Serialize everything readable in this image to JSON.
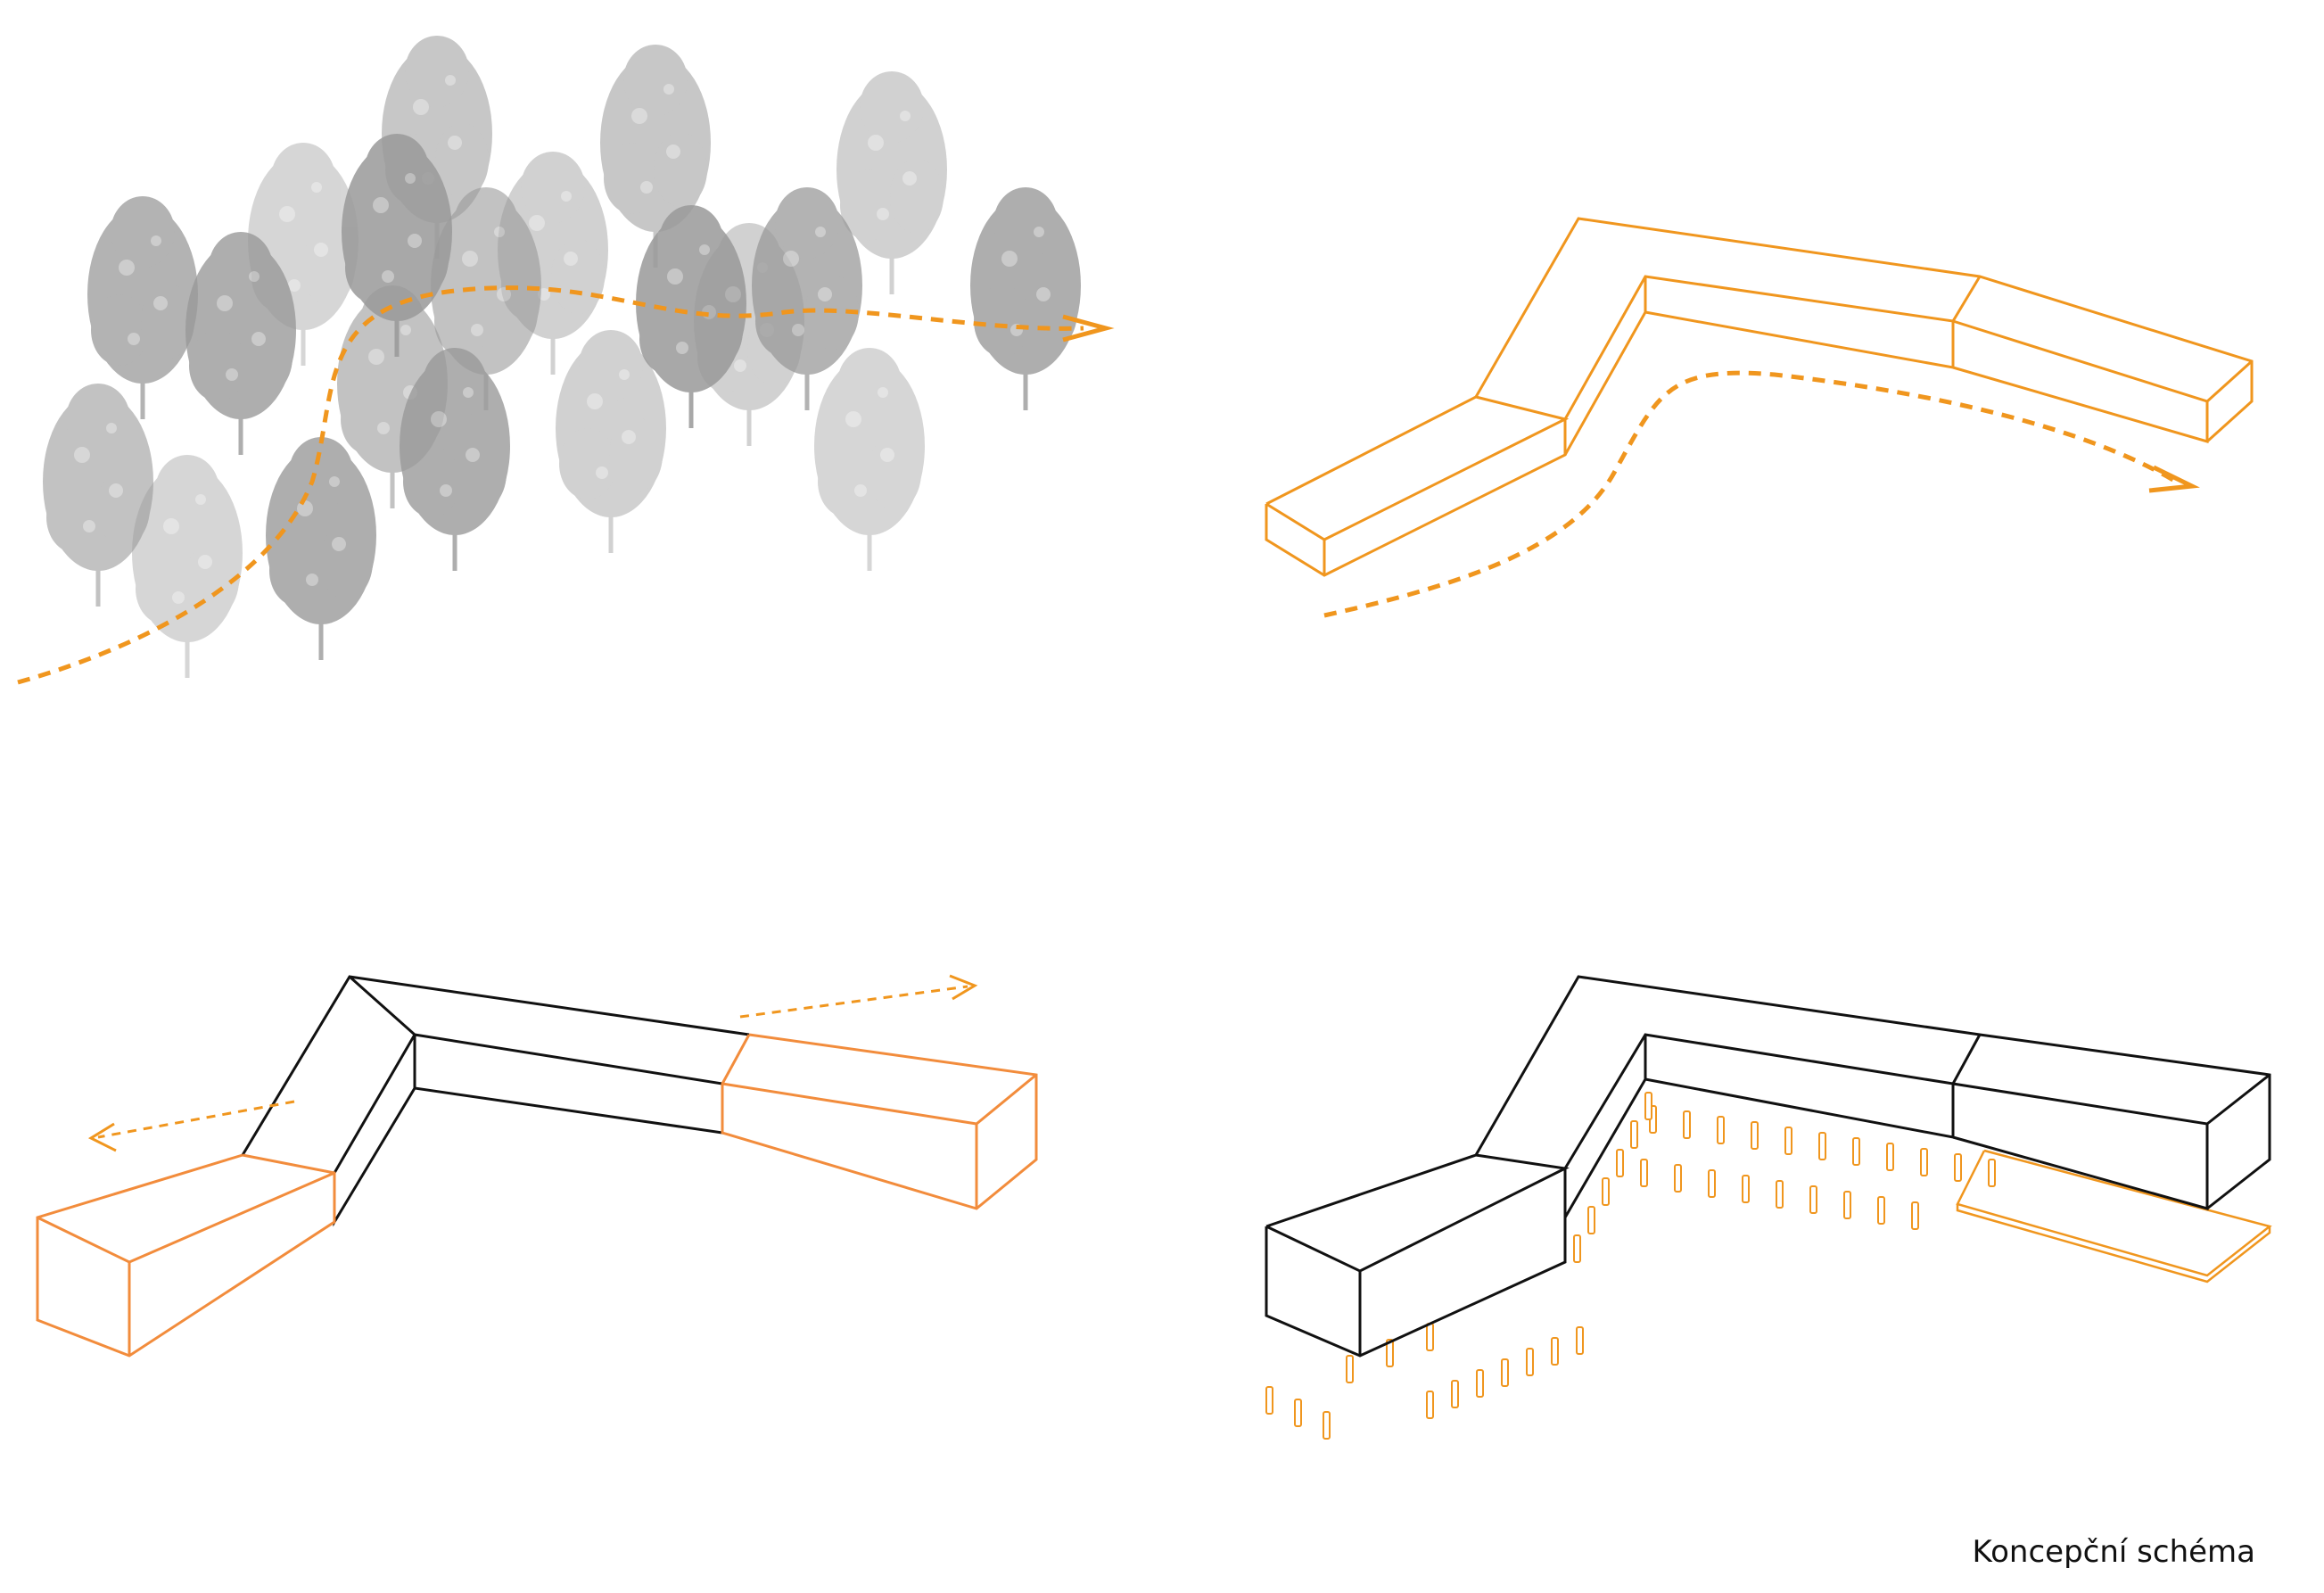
{
  "caption": "Koncepční schéma",
  "colors": {
    "accent": "#f0961e",
    "accent_alt": "#f28c3c",
    "line": "#111111",
    "tree": "#9a9a9a",
    "background": "#ffffff"
  },
  "panels": [
    {
      "name": "panel-forest-path",
      "content": "trees with dashed path arrow"
    },
    {
      "name": "panel-building-path",
      "content": "bent orange volume with dashed arrow"
    },
    {
      "name": "panel-wings-extend",
      "content": "black core with orange end wings and outward arrows"
    },
    {
      "name": "panel-building-columns",
      "content": "black volume on orange columns with ground slab"
    }
  ]
}
